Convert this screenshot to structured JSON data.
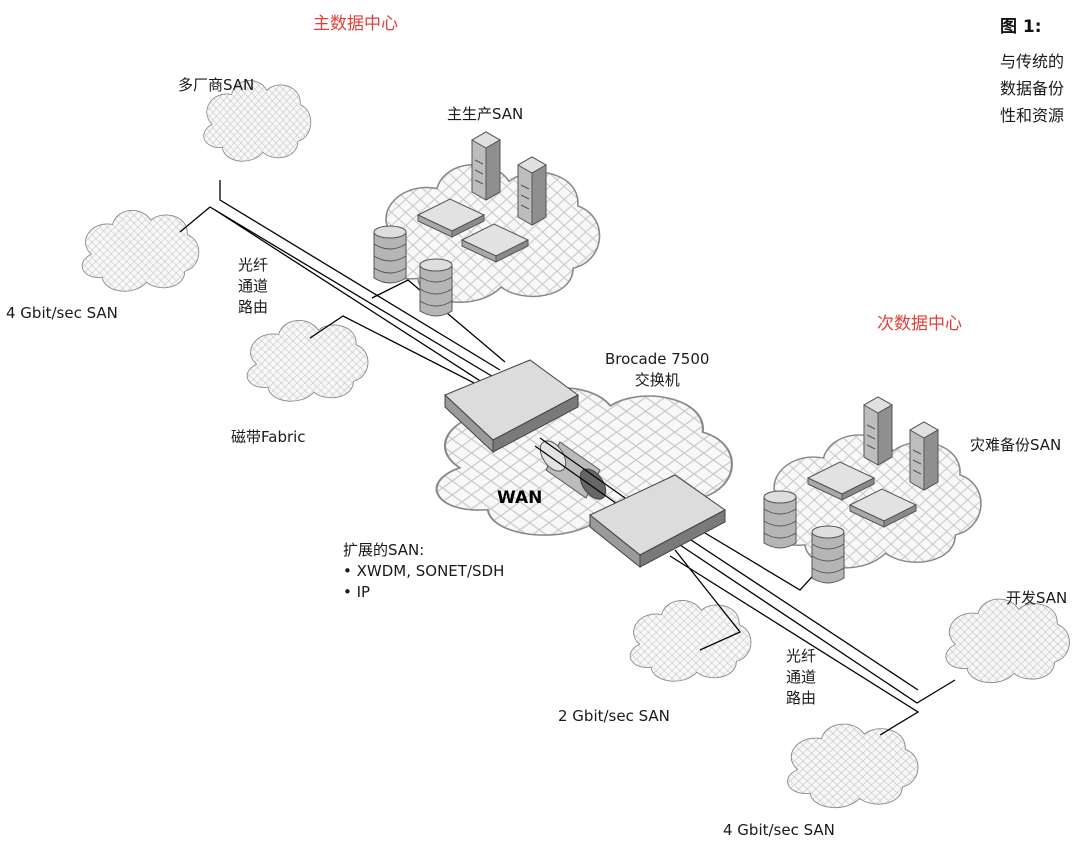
{
  "headers": {
    "primary_dc": "主数据中心",
    "secondary_dc": "次数据中心"
  },
  "caption": {
    "title": "图 1:",
    "lines": [
      "与传统的",
      "数据备份",
      "性和资源"
    ]
  },
  "labels": {
    "multi_vendor_san": "多厂商SAN",
    "primary_production_san": "主生产SAN",
    "fc_routing_left": [
      "光纤",
      "通道",
      "路由"
    ],
    "san_4g_left": "4 Gbit/sec SAN",
    "tape_fabric": "磁带Fabric",
    "brocade_switch": [
      "Brocade 7500",
      "交换机"
    ],
    "wan": "WAN",
    "extended_san": "扩展的SAN:",
    "extended_san_items": [
      "XWDM, SONET/SDH",
      "IP"
    ],
    "dr_san": "灾难备份SAN",
    "dev_san": "开发SAN",
    "fc_routing_right": [
      "光纤",
      "通道",
      "路由"
    ],
    "san_2g": "2 Gbit/sec SAN",
    "san_4g_bottom": "4 Gbit/sec SAN"
  },
  "colors": {
    "header_red": "#e0403a",
    "cloud_fill": "#f7f7f7",
    "device_gray": "#c8c8c8"
  }
}
